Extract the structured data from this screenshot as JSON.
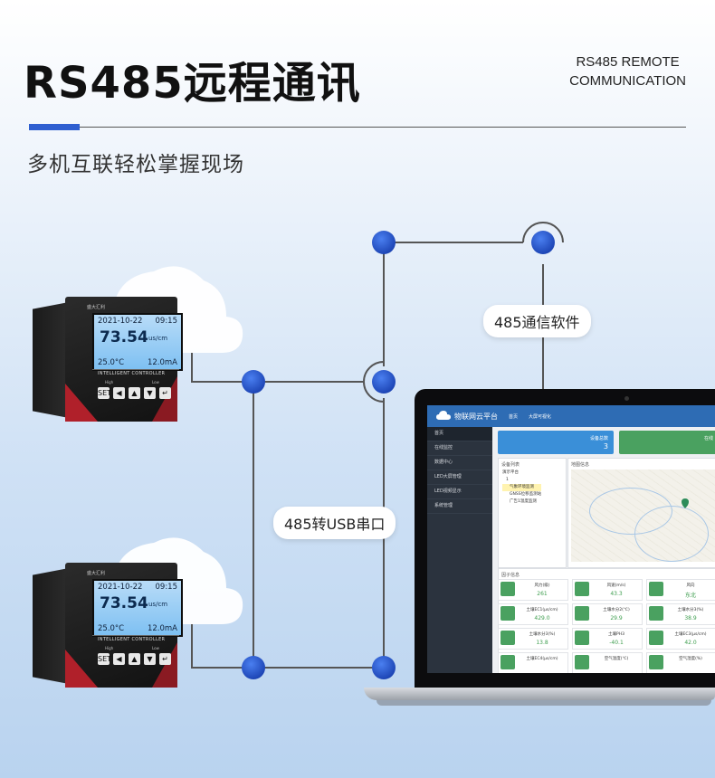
{
  "header": {
    "title": "RS485远程通讯",
    "title_en_line1": "RS485 REMOTE",
    "title_en_line2": "COMMUNICATION",
    "subtitle": "多机互联轻松掌握现场"
  },
  "labels": {
    "software": "485通信软件",
    "converter": "485转USB串口"
  },
  "devices": [
    {
      "brand": "盛大汇利",
      "date": "2021-10-22",
      "time": "09:15",
      "value": "73.54",
      "unit": "us/cm",
      "temp": "25.0°C",
      "current": "12.0mA",
      "caption": "INTELLIGENT CONTROLLER",
      "high": "High",
      "low": "Low",
      "keys": [
        "SET",
        "◀",
        "▲",
        "▼",
        "↵"
      ]
    },
    {
      "brand": "盛大汇利",
      "date": "2021-10-22",
      "time": "09:15",
      "value": "73.54",
      "unit": "us/cm",
      "temp": "25.0°C",
      "current": "12.0mA",
      "caption": "INTELLIGENT CONTROLLER",
      "high": "High",
      "low": "Low",
      "keys": [
        "SET",
        "◀",
        "▲",
        "▼",
        "↵"
      ]
    }
  ],
  "app": {
    "name": "物联网云平台",
    "nav": [
      "首页",
      "大屏可视化"
    ],
    "sidebar": [
      "首页",
      "在线监控",
      "数据中心",
      "LED大屏管理",
      "LED视频显示",
      "系统管理"
    ],
    "card_devices_label": "设备总数",
    "card_devices_value": "3",
    "card_online_label": "在线",
    "device_list_title": "设备列表",
    "tree": [
      "演示平台",
      "1",
      "气象环境监测",
      "GNSS位移监测站",
      "广告1温度监测"
    ],
    "map_title": "地图信息",
    "factor_title": "因子信息",
    "sensors": [
      {
        "name": "风力(级)",
        "value": "261"
      },
      {
        "name": "风速(m/s)",
        "value": "43.3"
      },
      {
        "name": "风向",
        "value": "东北"
      },
      {
        "name": "土壤EC1(μs/cm)",
        "value": "429.0"
      },
      {
        "name": "土壤水分2(℃)",
        "value": "29.9"
      },
      {
        "name": "土壤水分3(%)",
        "value": "38.9"
      },
      {
        "name": "土壤水分3(%)",
        "value": "13.8"
      },
      {
        "name": "土壤PH3",
        "value": "-40.1"
      },
      {
        "name": "土壤EC3(μs/cm)",
        "value": "42.0"
      },
      {
        "name": "土壤EC4(μs/cm)",
        "value": ""
      },
      {
        "name": "空气温度(℃)",
        "value": ""
      },
      {
        "name": "空气湿度(%)",
        "value": ""
      }
    ]
  },
  "colors": {
    "accent": "#2f5fd0",
    "node": "#2a56c6",
    "app_header": "#2e6cb4",
    "sidebar": "#2b333e"
  }
}
